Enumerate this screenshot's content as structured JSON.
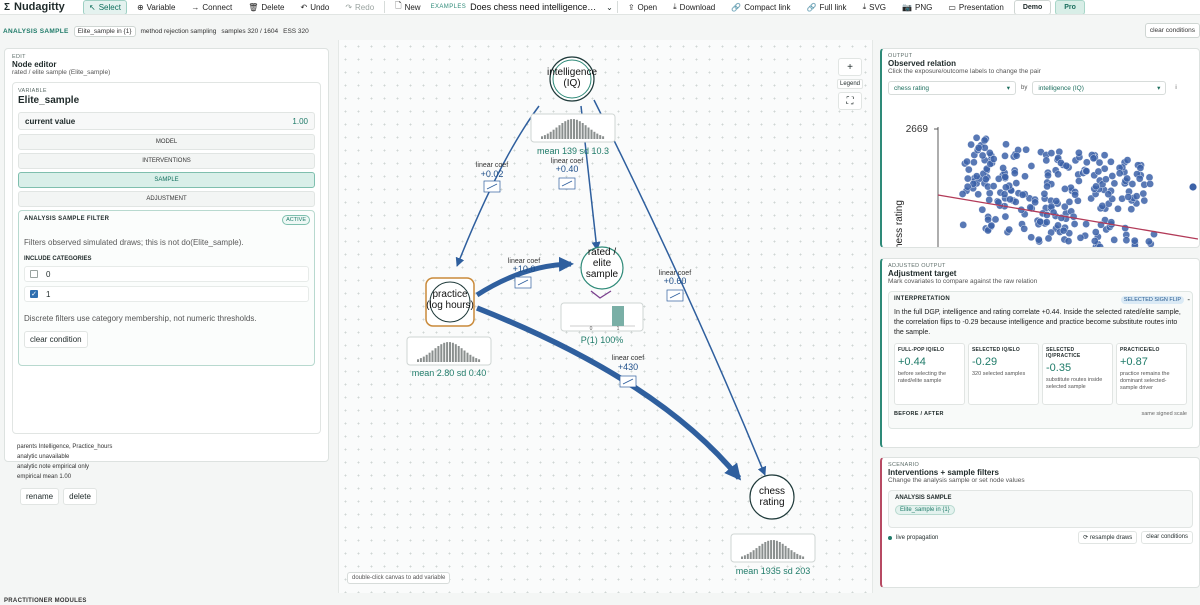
{
  "toolbar": {
    "brand": "Nudagitty",
    "select": "Select",
    "variable": "Variable",
    "connect": "Connect",
    "delete": "Delete",
    "undo": "Undo",
    "redo": "Redo",
    "new": "New",
    "examples_label": "EXAMPLES",
    "examples_value": "Does chess need intelligence…",
    "open": "Open",
    "download": "Download",
    "compact_link": "Compact link",
    "full_link": "Full link",
    "svg": "SVG",
    "png": "PNG",
    "presentation": "Presentation",
    "demo": "Demo",
    "pro": "Pro"
  },
  "samplebar": {
    "label": "ANALYSIS SAMPLE",
    "chip": "Elite_sample in {1}",
    "method": "method rejection sampling",
    "samples": "samples 320 / 1604",
    "ess": "ESS 320",
    "clear": "clear conditions"
  },
  "editor": {
    "eyebrow": "EDIT",
    "title": "Node editor",
    "subtitle": "rated / elite sample (Elite_sample)",
    "var_eyebrow": "VARIABLE",
    "var_name": "Elite_sample",
    "current_label": "current value",
    "current_value": "1.00",
    "tabs": [
      "MODEL",
      "INTERVENTIONS",
      "SAMPLE",
      "ADJUSTMENT"
    ],
    "filter": {
      "title": "ANALYSIS SAMPLE FILTER",
      "badge": "ACTIVE",
      "note": "Filters observed simulated draws; this is not do(Elite_sample).",
      "include": "INCLUDE CATEGORIES",
      "cat0": "0",
      "cat1": "1",
      "note2": "Discrete filters use category membership, not numeric thresholds.",
      "clear": "clear condition"
    },
    "meta": {
      "parents": "parents Intelligence, Practice_hours",
      "analytic": "analytic unavailable",
      "analytic_note": "analytic note empirical only",
      "empirical": "empirical mean 1.00"
    },
    "rename": "rename",
    "delete": "delete"
  },
  "canvas": {
    "hint": "double-click canvas to add variable",
    "legend": "Legend",
    "zoom_in": "+",
    "fit": "⛶"
  },
  "graph": {
    "nodes": {
      "iq": {
        "line1": "intelligence",
        "line2": "(IQ)",
        "stat": "mean 139 sd 10.3"
      },
      "practice": {
        "line1": "practice",
        "line2": "(log hours)",
        "stat": "mean 2.80 sd 0.40"
      },
      "rated": {
        "line1": "rated /",
        "line2": "elite",
        "line3": "sample",
        "stat": "P(1) 100%",
        "tick0": "0",
        "tick1": "1"
      },
      "chess": {
        "line1": "chess",
        "line2": "rating",
        "stat": "mean 1935 sd 203"
      }
    },
    "edges": {
      "iq_practice": {
        "label": "linear coef",
        "value": "+0.02"
      },
      "iq_rated": {
        "label": "linear coef",
        "value": "+0.40"
      },
      "iq_chess": {
        "label": "linear coef",
        "value": "+0.60"
      },
      "practice_rated": {
        "label": "linear coef",
        "value": "+10.0"
      },
      "practice_chess": {
        "label": "linear coef",
        "value": "+430"
      }
    }
  },
  "output": {
    "eyebrow": "OUTPUT",
    "title": "Observed relation",
    "subtitle": "Click the exposure/outcome labels to change the pair",
    "x_select": "chess rating",
    "by": "by",
    "y_select": "intelligence (IQ)",
    "info": "i",
    "y_axis_label": "chess rating",
    "y_tick_top": "2669"
  },
  "adjusted": {
    "eyebrow": "ADJUSTED OUTPUT",
    "title": "Adjustment target",
    "subtitle": "Mark covariates to compare against the raw relation",
    "interp_title": "INTERPRETATION",
    "flip": "SELECTED SIGN FLIP",
    "collapse": "-",
    "para": "In the full DGP, intelligence and rating correlate +0.44. Inside the selected rated/elite sample, the correlation flips to -0.29 because intelligence and practice become substitute routes into the sample.",
    "cards": [
      {
        "title": "FULL-POP IQ/ELO",
        "value": "+0.44",
        "desc": "before selecting the rated/elite sample"
      },
      {
        "title": "SELECTED IQ/ELO",
        "value": "-0.29",
        "desc": "320 selected samples"
      },
      {
        "title": "SELECTED IQ/PRACTICE",
        "value": "-0.35",
        "desc": "substitute routes inside selected sample"
      },
      {
        "title": "PRACTICE/ELO",
        "value": "+0.87",
        "desc": "practice remains the dominant selected-sample driver"
      }
    ],
    "before_after": "BEFORE / AFTER",
    "same_scale": "same signed scale"
  },
  "scenario": {
    "eyebrow": "SCENARIO",
    "title": "Interventions + sample filters",
    "subtitle": "Change the analysis sample or set node values",
    "box_title": "ANALYSIS SAMPLE",
    "chip": "Elite_sample in {1}",
    "live": "live propagation",
    "resample": "resample draws",
    "clear": "clear conditions"
  },
  "footer": "PRACTITIONER MODULES",
  "colors": {
    "accent": "#1f7b69",
    "edge": "#2f5f9e",
    "practice_border": "#c98a3a",
    "rated_arc": "#7a3f8e",
    "scatter": "#3c62a8",
    "regression": "#b23a58"
  }
}
